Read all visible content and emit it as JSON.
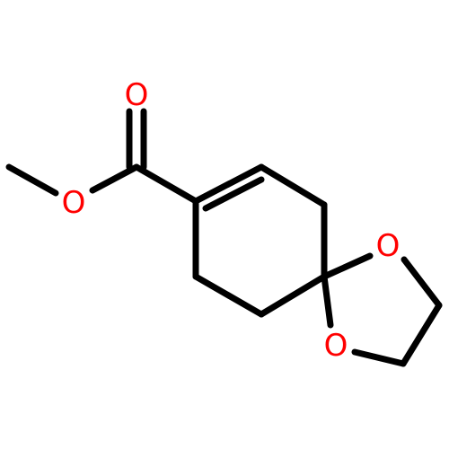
{
  "molecule": {
    "colors": {
      "bond": "#000000",
      "oxygen": "#ff0000",
      "background": "#ffffff"
    },
    "atoms": [
      {
        "id": "O_carbonyl",
        "symbol": "O",
        "label": "O"
      },
      {
        "id": "O_ester",
        "symbol": "O",
        "label": "O"
      },
      {
        "id": "O_ring_top",
        "symbol": "O",
        "label": "O"
      },
      {
        "id": "O_ring_bottom",
        "symbol": "O",
        "label": "O"
      }
    ]
  }
}
